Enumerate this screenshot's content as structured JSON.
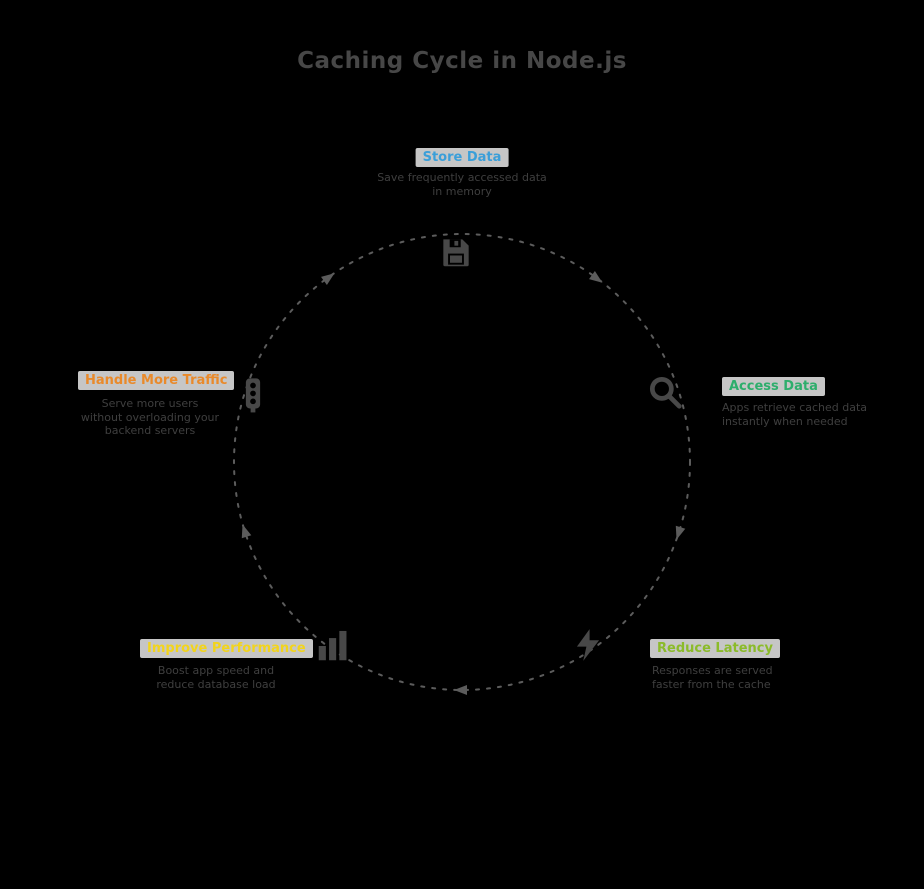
{
  "title": "Caching Cycle in Node.js",
  "colors": {
    "background": "#000000",
    "title_text": "#474747",
    "circle_stroke": "#5c5c5c",
    "description_text": "#3f3f3f",
    "label_pill_background": "#c6c6c6",
    "icon_fill": "#484848",
    "store_data": "#3b9fd9",
    "access_data": "#2eae6c",
    "reduce_latency": "#8bbb2a",
    "improve_performance": "#f2d41c",
    "handle_more_traffic": "#e98a2b"
  },
  "cycle": {
    "direction": "clockwise",
    "node_count": 5
  },
  "nodes": [
    {
      "id": "store-data",
      "label": "Store Data",
      "color": "#3b9fd9",
      "description": "Save frequently accessed data in memory",
      "icon": "floppy-disk-icon",
      "position": "top"
    },
    {
      "id": "access-data",
      "label": "Access Data",
      "color": "#2eae6c",
      "description": "Apps retrieve cached data instantly when needed",
      "icon": "magnifier-icon",
      "position": "right"
    },
    {
      "id": "reduce-latency",
      "label": "Reduce Latency",
      "color": "#8bbb2a",
      "description": "Responses are served faster from the cache",
      "icon": "lightning-icon",
      "position": "bottom-right"
    },
    {
      "id": "improve-performance",
      "label": "Improve Performance",
      "color": "#f2d41c",
      "description": "Boost app speed and reduce database load",
      "icon": "bar-chart-icon",
      "position": "bottom-left"
    },
    {
      "id": "handle-more-traffic",
      "label": "Handle More Traffic",
      "color": "#e98a2b",
      "description": "Serve more users without overloading your backend servers",
      "icon": "traffic-light-icon",
      "position": "left"
    }
  ]
}
